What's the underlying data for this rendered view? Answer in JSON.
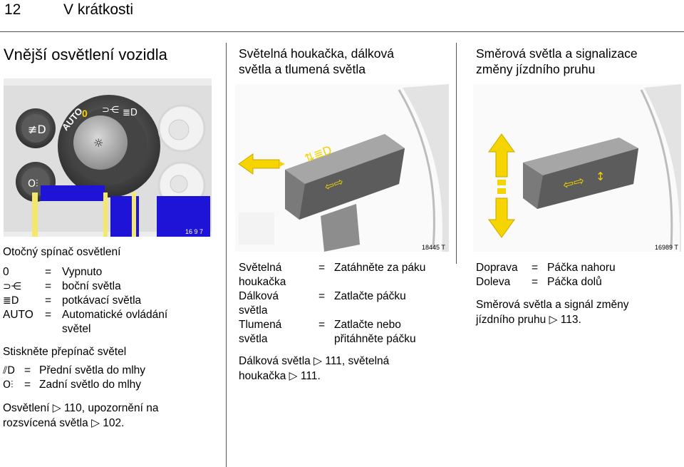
{
  "header": {
    "page_number": "12",
    "section_title": "V krátkosti"
  },
  "col1": {
    "title": "Vnější osvětlení vozidla",
    "figure_number": "16 9 7",
    "switch_labels": {
      "auto": "AUTO",
      "off": "0"
    },
    "caption": "Otočný spínač osvětlení",
    "items": [
      {
        "symbol": "0",
        "eq": "=",
        "text": "Vypnuto"
      },
      {
        "symbol": "⊃⋲",
        "eq": "=",
        "text": "boční světla"
      },
      {
        "symbol": "≣D",
        "eq": "=",
        "text": "potkávací světla"
      },
      {
        "symbol": "AUTO",
        "eq": "=",
        "text": "Automatické ovládání"
      }
    ],
    "auto_cont": "světel",
    "press_text": "Stiskněte přepínač světel",
    "fog_items": [
      {
        "symbol": "⫽D",
        "eq": "=",
        "text": "Přední světla do mlhy"
      },
      {
        "symbol": "O⫶",
        "eq": "=",
        "text": "Zadní světlo do mlhy"
      }
    ],
    "ref_line1_pre": "Osvětlení",
    "ref_line1_num": "110, upozornění na",
    "ref_line2_pre": "rozsvícená světla",
    "ref_line2_num": "102.",
    "ref_icon": "▷"
  },
  "col2": {
    "title_line1": "Světelná houkačka, dálková",
    "title_line2": "světla a tlumená světla",
    "figure_number": "18445 T",
    "rows": [
      {
        "label1": "Světelná",
        "label2": "houkačka",
        "eq": "=",
        "text1": "Zatáhněte za páku",
        "text2": ""
      },
      {
        "label1": "Dálková",
        "label2": "světla",
        "eq": "=",
        "text1": "Zatlačte páčku",
        "text2": ""
      },
      {
        "label1": "Tlumená",
        "label2": "světla",
        "eq": "=",
        "text1": "Zatlačte nebo",
        "text2": "přitáhněte páčku"
      }
    ],
    "ref_line1_pre": "Dálková světla",
    "ref_line1_num": "111, světelná",
    "ref_line2_pre": "houkačka",
    "ref_line2_num": "111.",
    "ref_icon": "▷"
  },
  "col3": {
    "title_line1": "Směrová světla a signalizace",
    "title_line2": "změny jízdního pruhu",
    "figure_number": "16989 T",
    "rows": [
      {
        "label": "Doprava",
        "eq": "=",
        "text": "Páčka nahoru"
      },
      {
        "label": "Doleva",
        "eq": "=",
        "text": "Páčka dolů"
      }
    ],
    "note_line1": "Směrová světla a signál změny",
    "note_line2_pre": "jízdního pruhu",
    "note_line2_num": "113.",
    "ref_icon": "▷"
  },
  "colors": {
    "arrow_yellow": "#f5d400",
    "dial_dark": "#3a3a3a",
    "lever_grey": "#8a8a8a",
    "rule": "#555555"
  }
}
